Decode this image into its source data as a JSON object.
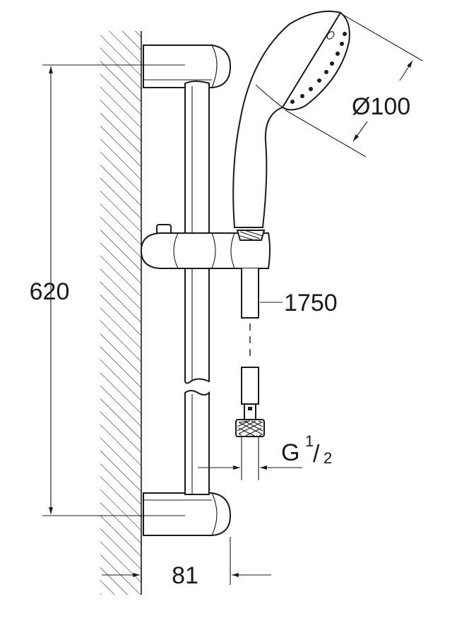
{
  "dimensions": {
    "height_label": "620",
    "depth_label": "81",
    "head_diameter_label": "Ø100",
    "hose_length_label": "1750",
    "thread_label_main": "G",
    "thread_label_num": "1",
    "thread_label_den": "2",
    "thread_label_slash": "/"
  }
}
